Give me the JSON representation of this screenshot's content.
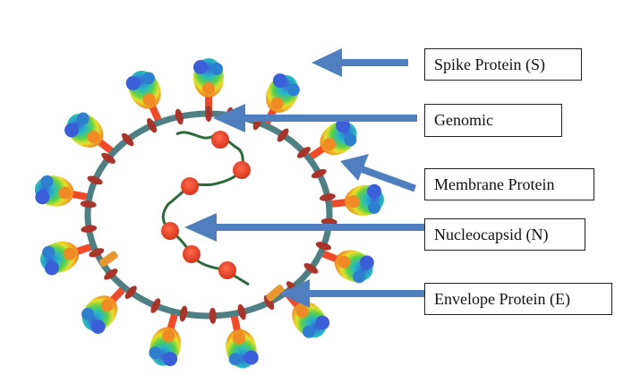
{
  "labels": {
    "spike": "Spike Protein (S)",
    "genomic": "Genomic",
    "membrane": "Membrane Protein",
    "nucleocapsid": "Nucleocapsid (N)",
    "envelope": "Envelope Protein (E)"
  },
  "colors": {
    "arrow": "#4f7fbf",
    "membrane_ring": "#4e7f83",
    "membrane_protein": "#a8342a",
    "envelope_protein": "#e8962e",
    "rna_strand": "#2b6b3a",
    "nucleocapsid": "#e8452c",
    "spike_base": "#f04a2a"
  },
  "icons": {
    "spike": "spike-protein-icon",
    "nucleocapsid": "nucleocapsid-bead-icon"
  }
}
